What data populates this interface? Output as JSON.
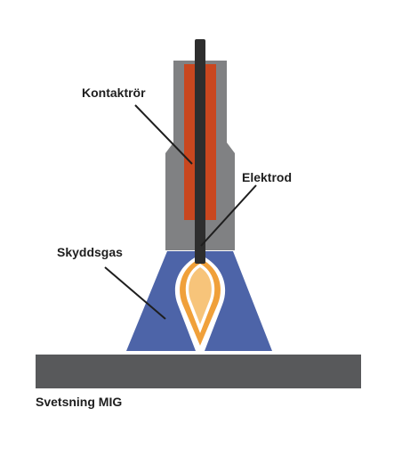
{
  "diagram": {
    "labels": {
      "contact_tube": "Kontaktrör",
      "electrode": "Elektrod",
      "shielding_gas": "Skyddsgas",
      "caption": "Svetsning MIG"
    },
    "colors": {
      "nozzle": "#808183",
      "contact_tube": "#c9471f",
      "electrode": "#2e2e2e",
      "shielding_gas": "#4d64a8",
      "arc_outer": "#f0a03a",
      "arc_inner": "#f7c47a",
      "workpiece": "#58595b",
      "leader_line": "#1e1e1e"
    }
  }
}
